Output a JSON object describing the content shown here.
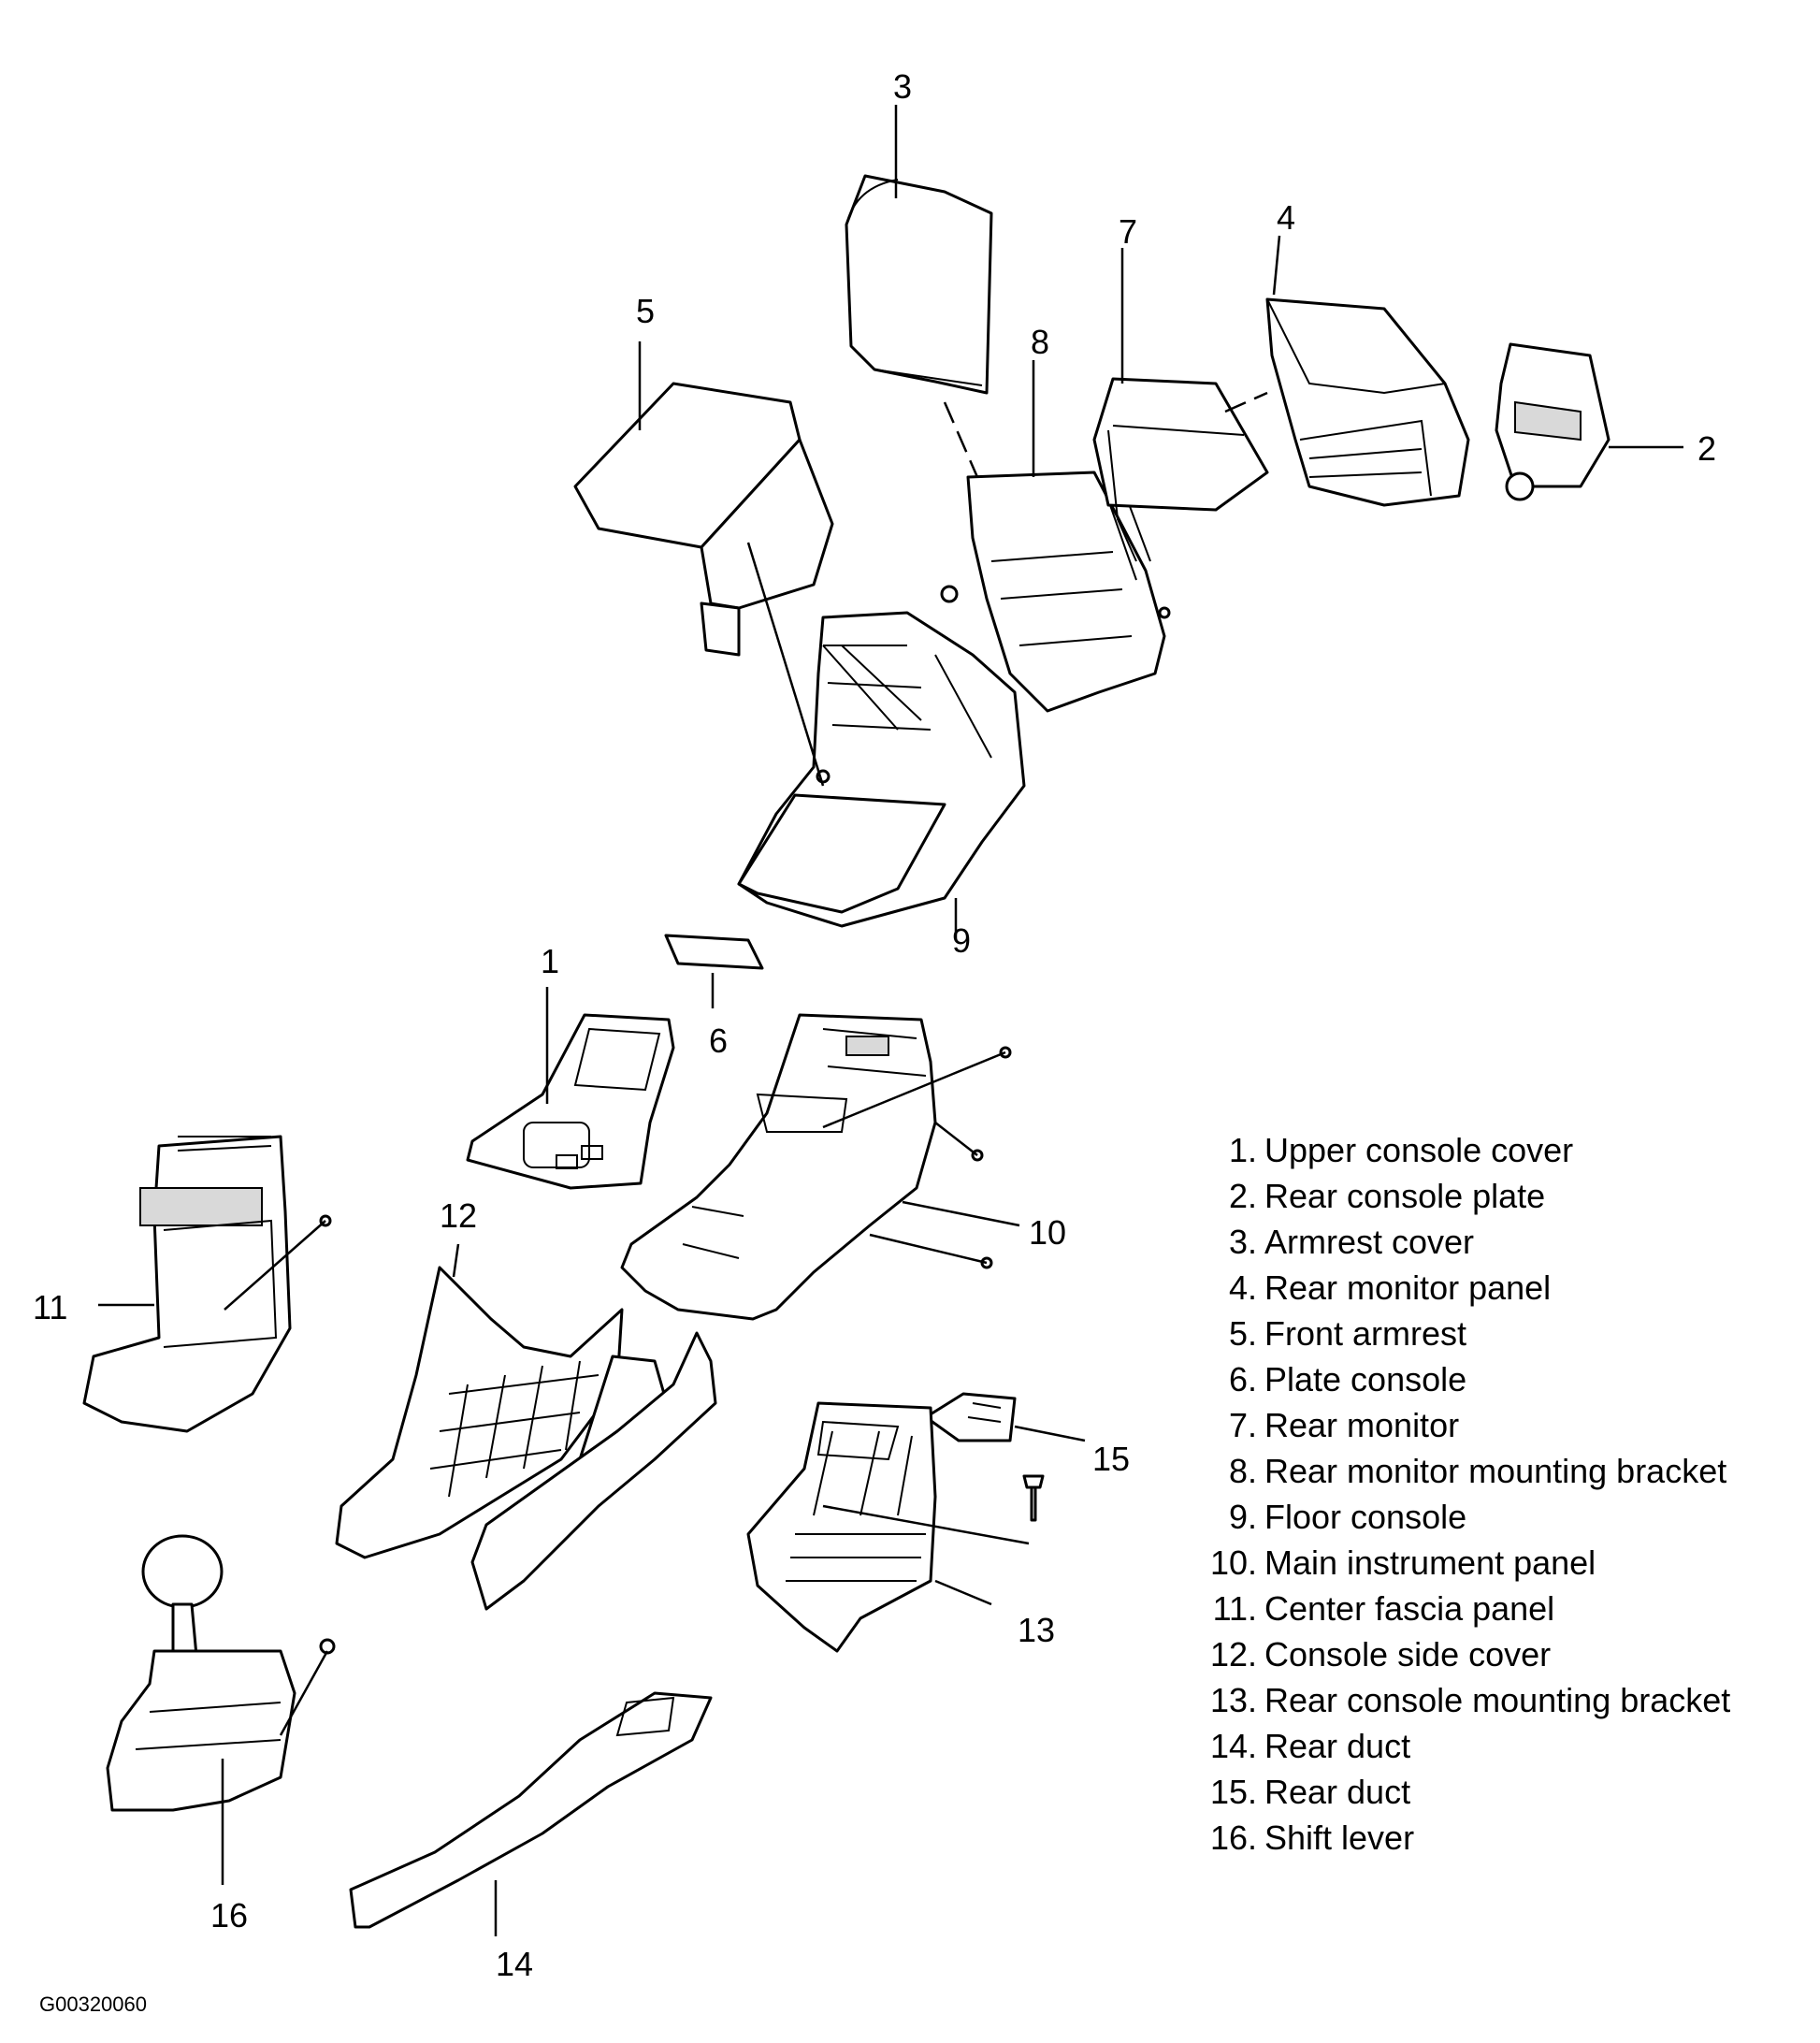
{
  "callouts": [
    "1",
    "2",
    "3",
    "4",
    "5",
    "6",
    "7",
    "8",
    "9",
    "10",
    "11",
    "12",
    "13",
    "14",
    "15",
    "16"
  ],
  "legend": [
    {
      "num": "1.",
      "label": "Upper console cover"
    },
    {
      "num": "2.",
      "label": "Rear console plate"
    },
    {
      "num": "3.",
      "label": "Armrest cover"
    },
    {
      "num": "4.",
      "label": "Rear monitor panel"
    },
    {
      "num": "5.",
      "label": "Front armrest"
    },
    {
      "num": "6.",
      "label": "Plate console"
    },
    {
      "num": "7.",
      "label": "Rear monitor"
    },
    {
      "num": "8.",
      "label": "Rear monitor mounting bracket"
    },
    {
      "num": "9.",
      "label": "Floor console"
    },
    {
      "num": "10.",
      "label": "Main instrument panel"
    },
    {
      "num": "11.",
      "label": "Center fascia panel"
    },
    {
      "num": "12.",
      "label": "Console side cover"
    },
    {
      "num": "13.",
      "label": "Rear console mounting bracket"
    },
    {
      "num": "14.",
      "label": "Rear duct"
    },
    {
      "num": "15.",
      "label": "Rear duct"
    },
    {
      "num": "16.",
      "label": "Shift lever"
    }
  ],
  "figure_code": "G00320060"
}
